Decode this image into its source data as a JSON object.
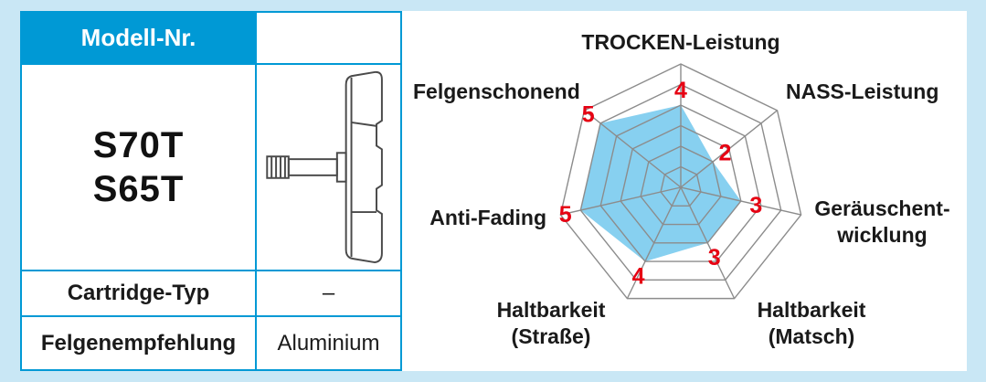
{
  "colors": {
    "background": "#c9e7f5",
    "accent_cyan": "#0099d5",
    "value_red": "#e60012",
    "radar_fill": "#87d0f0",
    "radar_grid": "#8c8c8c",
    "text_dark": "#1a1a1a"
  },
  "table": {
    "header_label": "Modell-Nr.",
    "model_lines": [
      "S70T",
      "S65T"
    ],
    "rows": [
      {
        "label": "Cartridge-Typ",
        "value": "–"
      },
      {
        "label": "Felgenempfehlung",
        "value": "Aluminium"
      }
    ]
  },
  "chart_data": {
    "type": "radar",
    "title": "",
    "max": 6,
    "rings": 6,
    "grid": true,
    "axes": [
      {
        "label": "TROCKEN-Leistung",
        "value": 4
      },
      {
        "label": "NASS-Leistung",
        "value": 2
      },
      {
        "label": "Geräuschent-\nwicklung",
        "value": 3
      },
      {
        "label": "Haltbarkeit\n(Matsch)",
        "value": 3
      },
      {
        "label": "Haltbarkeit\n(Straße)",
        "value": 4
      },
      {
        "label": "Anti-Fading",
        "value": 5
      },
      {
        "label": "Felgenschonend",
        "value": 5
      }
    ]
  }
}
